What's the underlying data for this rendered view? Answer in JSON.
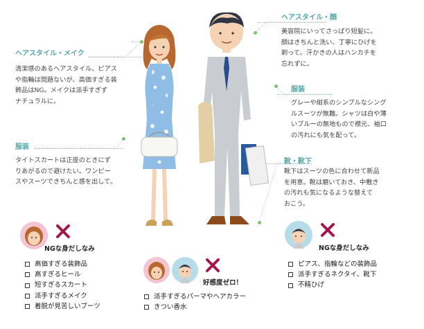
{
  "left": {
    "hair": {
      "heading": "ヘアスタイル・メイク",
      "lines": [
        "清潔感のあるヘアスタイル。ピアス",
        "や指輪は問題ないが、高価すぎる装",
        "飾品はNG。メイクは派手すぎず",
        "ナチュラルに。"
      ]
    },
    "clothes": {
      "heading": "服装",
      "lines": [
        "タイトスカートは正座のときにず",
        "りあがるので避けたい。ワンピー",
        "スやスーツできちんと感を出して。"
      ]
    }
  },
  "right": {
    "hair": {
      "heading": "ヘアスタイル・顔",
      "lines": [
        "美容院にいってさっぱり短髪に。",
        "顔はきちんと洗い、丁寧にひげを",
        "剃って。汗かきの人はハンカチを",
        "忘れずに。"
      ]
    },
    "clothes": {
      "heading": "服装",
      "lines": [
        "グレーや紺系のシンプルなシング",
        "ルスーツが無難。シャツは白や薄",
        "いブルーの無地もので襟元、袖口",
        "の汚れにも気を配って。"
      ]
    },
    "shoes": {
      "heading": "靴・靴下",
      "lines": [
        "靴下はスーツの色に合わせて新品",
        "を用意。靴は磨いておき、中敷き",
        "の汚れも気になるような替えて",
        "おこう。"
      ]
    }
  },
  "ng_women": {
    "label": "NGな身だしなみ",
    "items": [
      "高価すぎる装飾品",
      "高すぎるヒール",
      "短すぎるスカート",
      "派手すぎるメイク",
      "着脱が見苦しいブーツ"
    ]
  },
  "ng_common": {
    "label": "好感度ゼロ！",
    "items": [
      "派手すぎるパーマやヘアカラー",
      "きつい香水"
    ]
  },
  "ng_men": {
    "label": "NGな身だしなみ",
    "items": [
      "ピアス、指輪などの装飾品",
      "派手すぎるネクタイ、靴下",
      "不精ひげ"
    ]
  },
  "colors": {
    "heading": "#4fa8a6",
    "leader_dot": "#7cc16b",
    "ng_cross": "#a3154b",
    "dress": "#8fbde6",
    "suit": "#c9cdd2"
  }
}
